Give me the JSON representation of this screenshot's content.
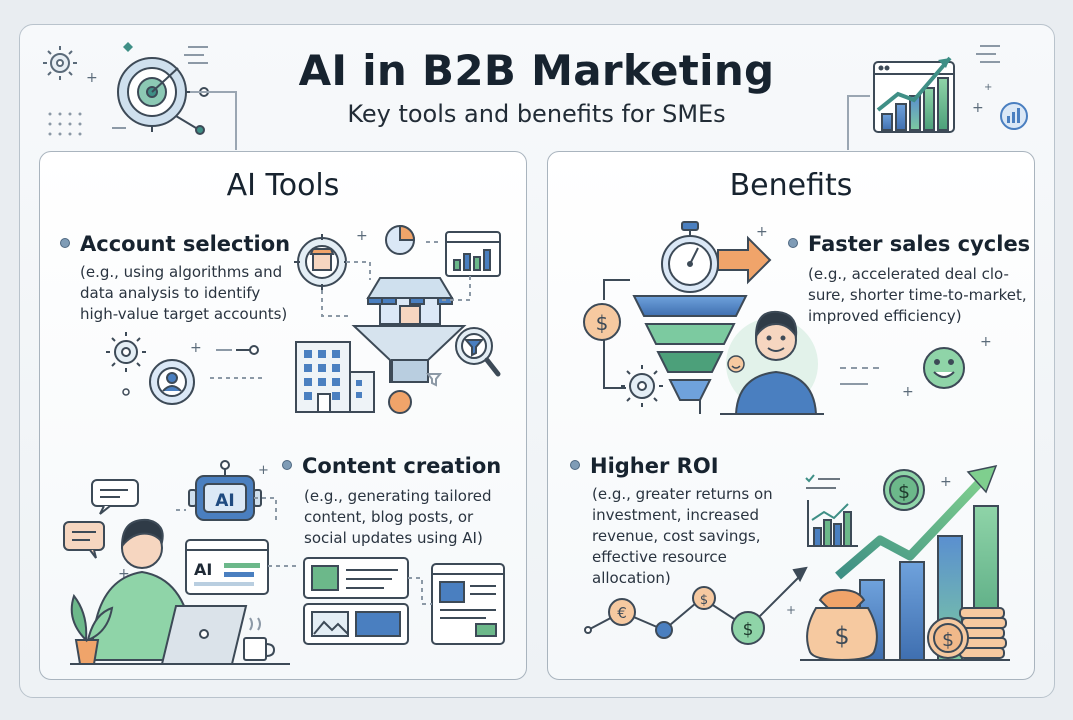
{
  "header": {
    "title": "AI in B2B Marketing",
    "subtitle": "Key tools and benefits for SMEs"
  },
  "tools_panel": {
    "title": "AI Tools",
    "items": [
      {
        "heading": "Account selection",
        "desc": [
          "(e.g., using algorithms and",
          "data analysis to identify",
          "high-value target accounts)"
        ]
      },
      {
        "heading": "Content creation",
        "desc": [
          "(e.g., generating tailored",
          "content, blog posts, or",
          "social updates using AI)"
        ]
      }
    ],
    "robot_label": "AI",
    "screen_label": "AI"
  },
  "benefits_panel": {
    "title": "Benefits",
    "items": [
      {
        "heading": "Faster sales cycles",
        "desc": [
          "(e.g., accelerated deal clo-",
          "sure, shorter time-to-market,",
          "improved efficiency)"
        ]
      },
      {
        "heading": "Higher ROI",
        "desc": [
          "(e.g., greater returns on",
          "investment, increased",
          "revenue, cost savings,",
          "effective resource",
          "allocation)"
        ]
      }
    ],
    "coin_symbols": [
      "$",
      "€",
      "$",
      "$",
      "$",
      "$"
    ]
  },
  "colors": {
    "accent_teal": "#3f8f86",
    "accent_blue": "#4a7fc0",
    "accent_green": "#6cb88a",
    "accent_orange": "#f0a46a",
    "outline": "#3d4a57"
  }
}
